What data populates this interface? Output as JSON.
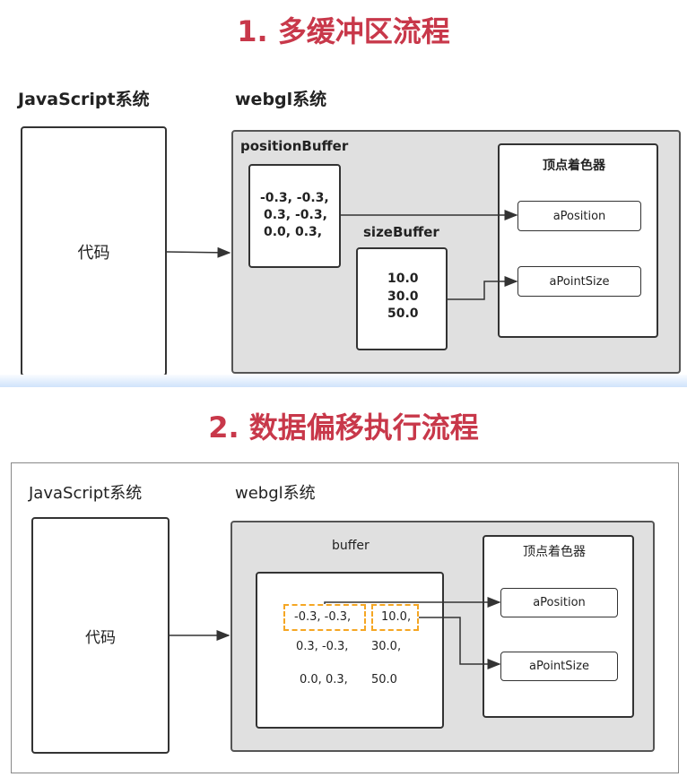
{
  "section1": {
    "title": "1. 多缓冲区流程",
    "js_label": "JavaScript系统",
    "webgl_label": "webgl系统",
    "code": "代码",
    "position_buffer": {
      "label": "positionBuffer",
      "rows": [
        "-0.3, -0.3,",
        "0.3, -0.3,",
        "0.0, 0.3,"
      ]
    },
    "size_buffer": {
      "label": "sizeBuffer",
      "rows": [
        "10.0",
        "30.0",
        "50.0"
      ]
    },
    "shader": {
      "title": "顶点着色器",
      "a_position": "aPosition",
      "a_point_size": "aPointSize"
    }
  },
  "section2": {
    "title": "2. 数据偏移执行流程",
    "js_label": "JavaScript系统",
    "webgl_label": "webgl系统",
    "code": "代码",
    "buffer": {
      "label": "buffer",
      "col1": [
        "-0.3, -0.3,",
        "0.3, -0.3,",
        "0.0, 0.3,"
      ],
      "col2": [
        "10.0,",
        "30.0,",
        "50.0"
      ]
    },
    "shader": {
      "title": "顶点着色器",
      "a_position": "aPosition",
      "a_point_size": "aPointSize"
    }
  },
  "colors": {
    "title": "#c8384a",
    "highlight": "#f5a623",
    "panel": "#e0e0e0"
  }
}
